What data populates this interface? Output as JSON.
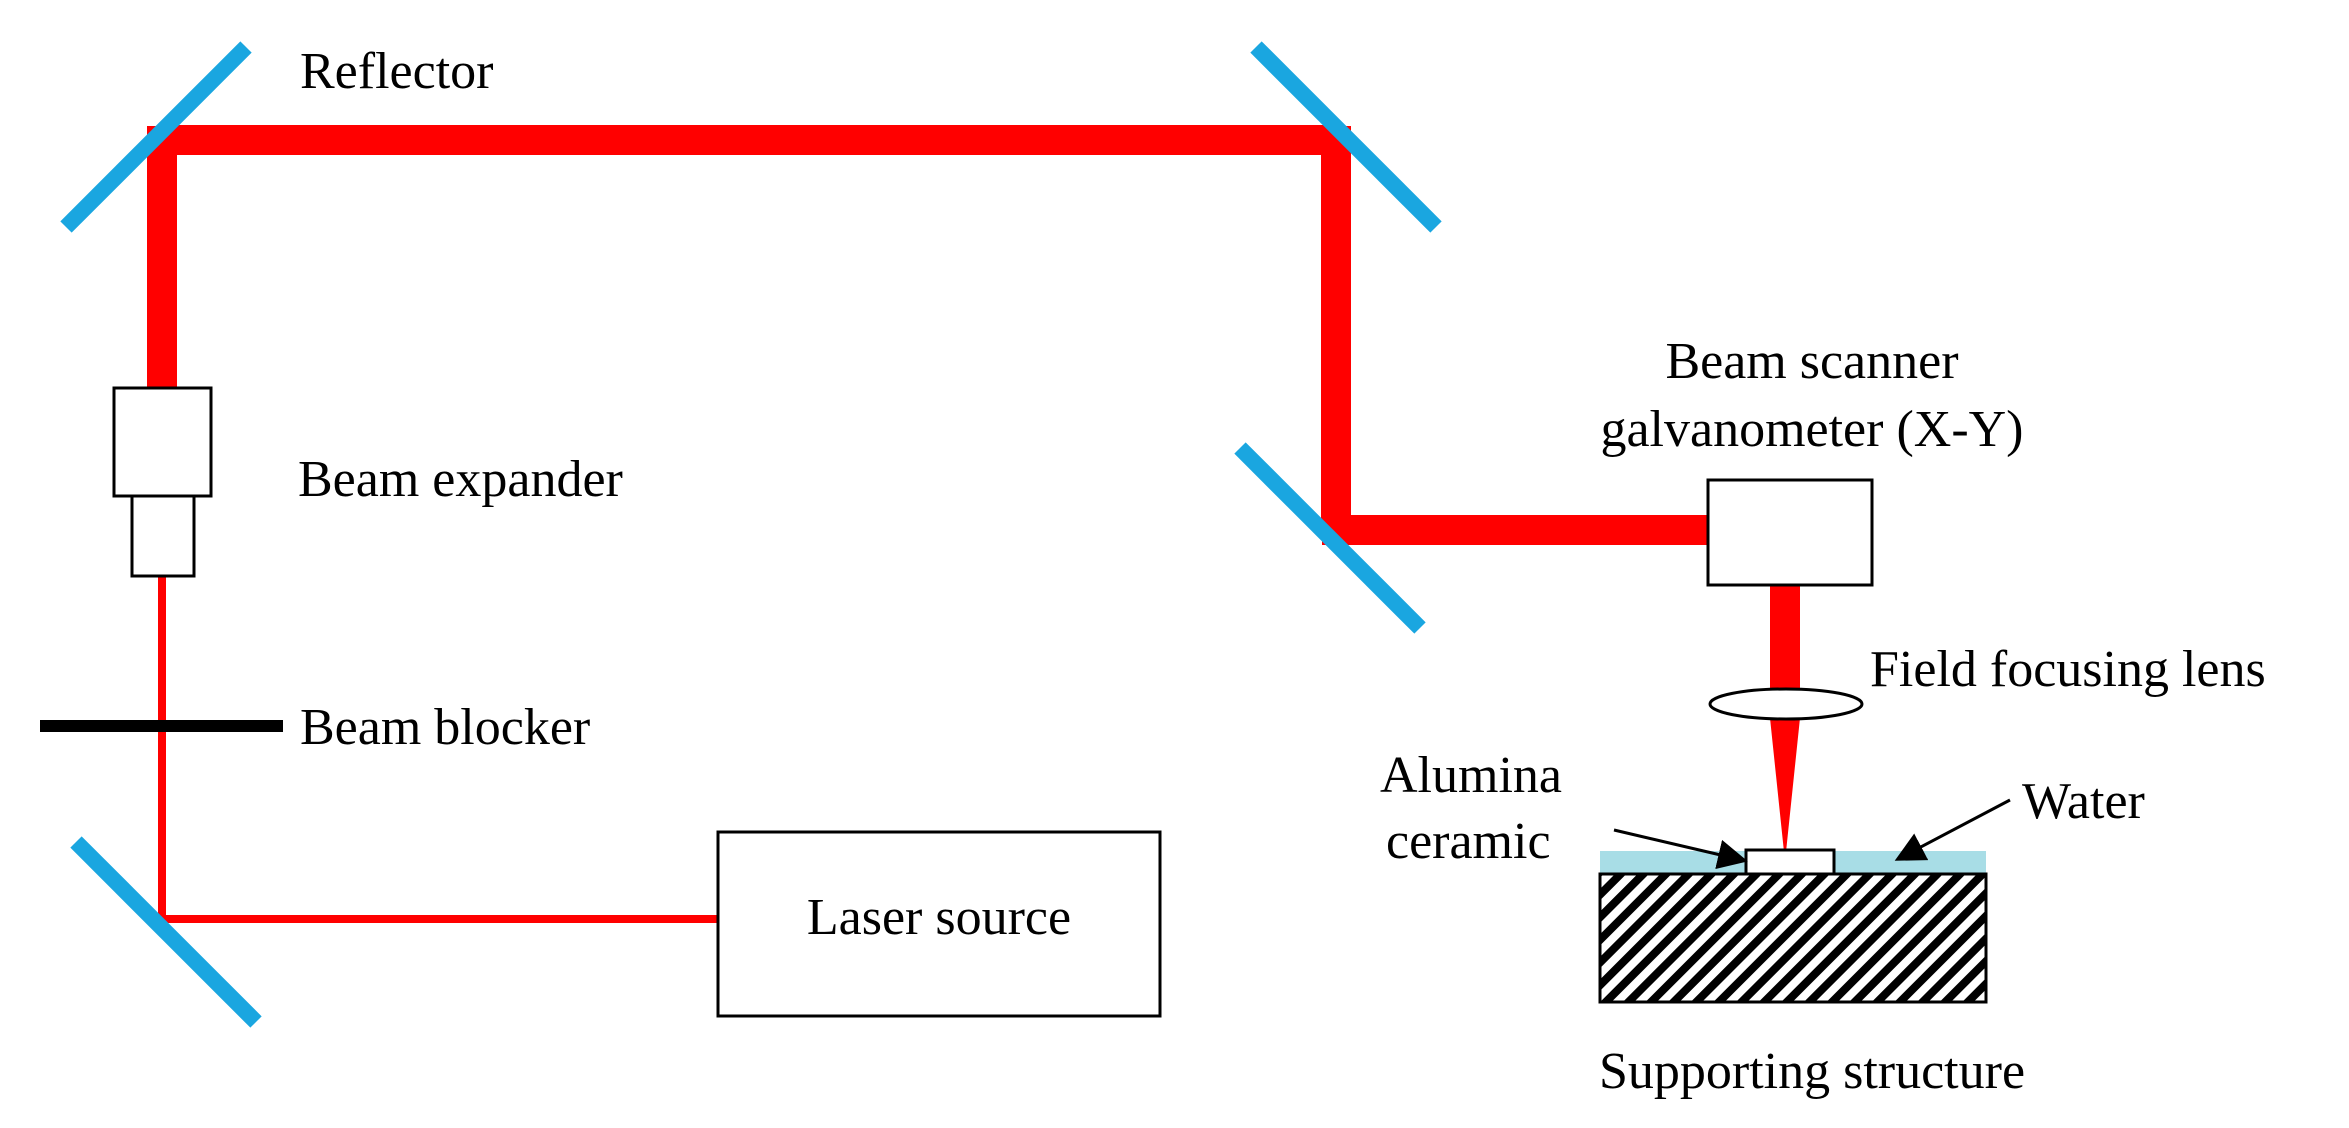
{
  "colors": {
    "beam": "#ff0000",
    "mirror": "#1aa6e0",
    "water": "#a8dde6",
    "outline": "#000000"
  },
  "labels": {
    "reflector": "Reflector",
    "beam_expander": "Beam expander",
    "beam_blocker": "Beam blocker",
    "laser_source": "Laser source",
    "beam_scanner_line1": "Beam scanner",
    "beam_scanner_line2": "galvanometer  (X-Y)",
    "field_focusing_lens": "Field focusing lens",
    "alumina_line1": "Alumina",
    "alumina_line2": "ceramic",
    "water": "Water",
    "supporting_structure": "Supporting structure"
  }
}
